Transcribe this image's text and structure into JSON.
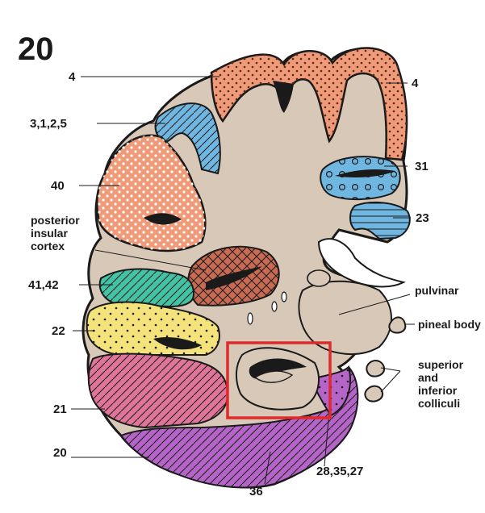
{
  "figure_number": "20",
  "colors": {
    "brain": "#d8c8b8",
    "motor": "#ef9a78",
    "somatosensory": "#6fb7e0",
    "insula_hatch": "#c96a52",
    "auditory": "#43c2a4",
    "temporal_sup": "#f4e27a",
    "temporal_mid": "#e0759a",
    "temporal_inf": "#b564c8",
    "highlight_box": "#e02a2a"
  },
  "labels": {
    "left_4": "4",
    "right_4": "4",
    "area_3125": "3,1,2,5",
    "area_31": "31",
    "area_40": "40",
    "area_23": "23",
    "posterior_insular": [
      "posterior",
      "insular",
      "cortex"
    ],
    "area_4142": "41,42",
    "pulvinar": "pulvinar",
    "area_22": "22",
    "pineal_body": "pineal body",
    "colliculi": [
      "superior",
      "and",
      "inferior",
      "colliculi"
    ],
    "area_21": "21",
    "area_20": "20",
    "area_282527": "28,35,27",
    "area_36": "36"
  }
}
